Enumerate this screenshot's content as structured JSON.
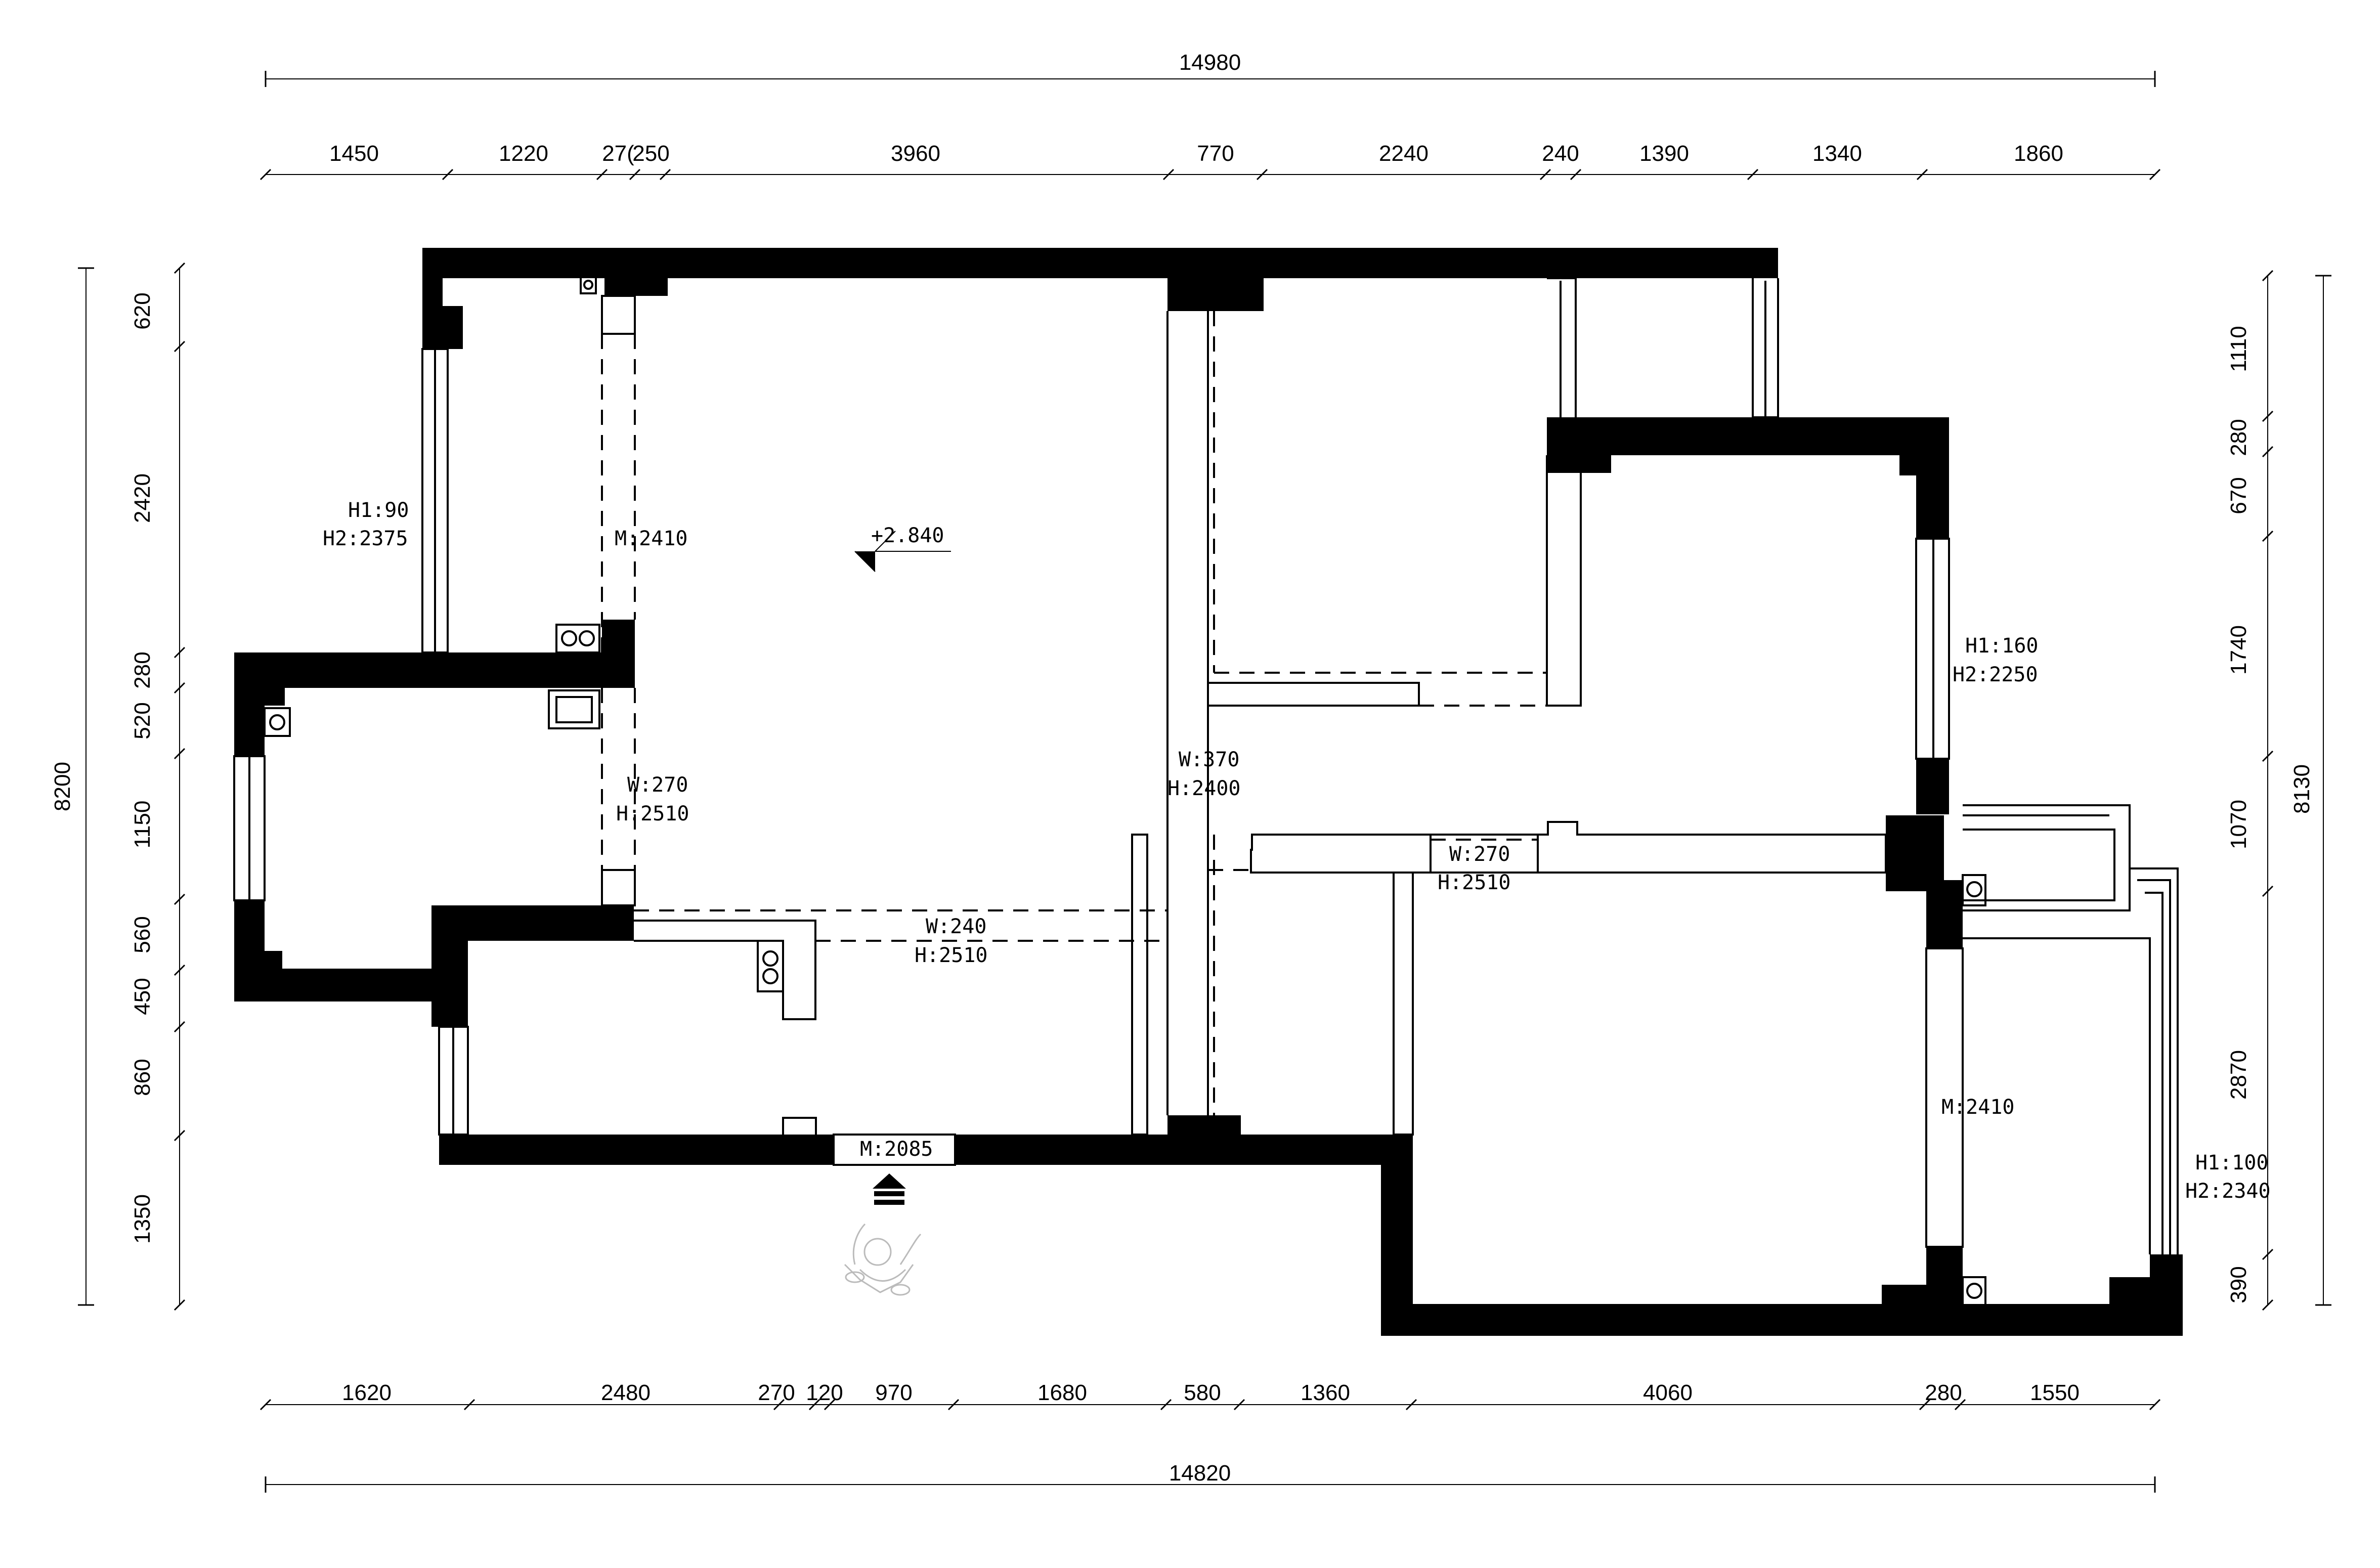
{
  "dimensions": {
    "top_total": "14980",
    "top_segments": [
      "1450",
      "1220",
      "27(",
      "250",
      "3960",
      "770",
      "2240",
      "240",
      "1390",
      "1340",
      "1860"
    ],
    "bottom_total": "14820",
    "bottom_segments": [
      "1620",
      "2480",
      "270",
      "120",
      "970",
      "1680",
      "580",
      "1360",
      "4060",
      "280",
      "1550"
    ],
    "left_total": "8200",
    "left_segments": [
      "620",
      "2420",
      "280",
      "520",
      "1150",
      "560",
      "450",
      "860",
      "1350"
    ],
    "right_total": "8130",
    "right_segments": [
      "1110",
      "280",
      "670",
      "1740",
      "1070",
      "2870",
      "390"
    ]
  },
  "annotations": {
    "elevation": "+2.840",
    "window_left_h1": "H1:90",
    "window_left_h2": "H2:2375",
    "opening_left_m": "M:2410",
    "opening_wh_left_w": "W:270",
    "opening_wh_left_h": "H:2510",
    "opening_center_w": "W:370",
    "opening_center_h": "H:2400",
    "opening_kitchen_w": "W:240",
    "opening_kitchen_h": "H:2510",
    "opening_right_w": "W:270",
    "opening_right_h": "H:2510",
    "window_right_h1": "H1:160",
    "window_right_h2": "H2:2250",
    "opening_right_m": "M:2410",
    "window_br_h1": "H1:100",
    "window_br_h2": "H2:2340",
    "entrance_m": "M:2085"
  },
  "icons": [
    "entrance-arrow-icon",
    "person-icon",
    "north-marker-icon",
    "pipe-icon"
  ]
}
